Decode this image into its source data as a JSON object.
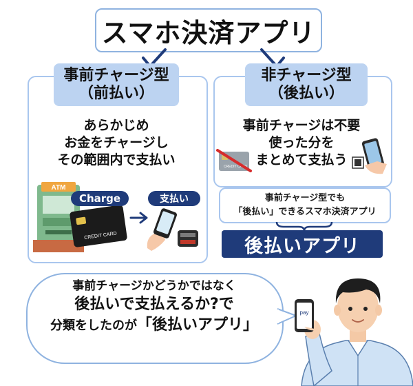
{
  "title": "スマホ決済アプリ",
  "prepaid": {
    "heading_line1": "事前チャージ型",
    "heading_line2": "（前払い）",
    "description": [
      "あらかじめ",
      "お金をチャージし",
      "その範囲内で支払い"
    ],
    "charge_label": "Charge",
    "pay_label": "支払い",
    "atm_sign": "ATM",
    "card_text": "CREDIT CARD"
  },
  "non_prepaid": {
    "heading_line1": "非チャージ型",
    "heading_line2": "（後払い）",
    "description": [
      "事前チャージは不要",
      "使った分を",
      "まとめて支払う"
    ],
    "card_text": "CREDIT CARD"
  },
  "note": {
    "line1": "事前チャージ型でも",
    "line2": "「後払い」できるスマホ決済アプリ"
  },
  "after_pay_label": "後払いアプリ",
  "bubble": {
    "line1": "事前チャージかどうかではなく",
    "line2": "後払いで支払えるか?で",
    "line3_prefix": "分類をしたのが",
    "line3_em": "「後払いアプリ」"
  },
  "phone_screen_text": "pay",
  "colors": {
    "panel_border": "#a9c6ee",
    "heading_fill": "#bcd3f1",
    "accent_navy": "#1f3b7a",
    "arrow_navy": "#1f3b7a"
  }
}
